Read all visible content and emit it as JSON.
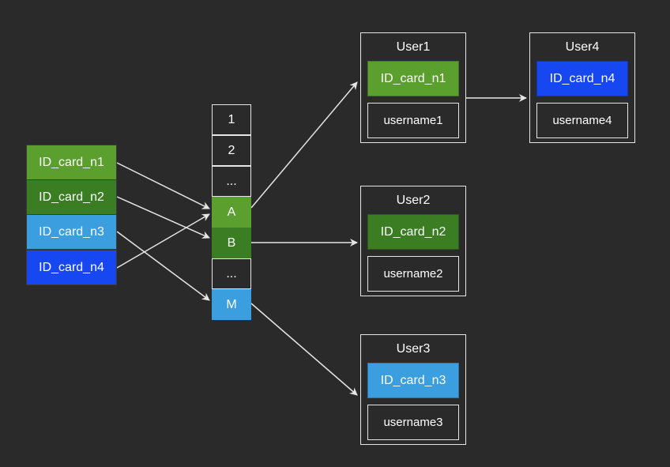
{
  "colors": {
    "background": "#2a2a2a",
    "stroke": "#e6e6e6",
    "green_light": "#5b9f2e",
    "green_dark": "#3a7d22",
    "blue_light": "#3b9fdf",
    "blue_dark": "#1647f0"
  },
  "keys": [
    {
      "label": "ID_card_n1",
      "color": "#5b9f2e"
    },
    {
      "label": "ID_card_n2",
      "color": "#3a7d22"
    },
    {
      "label": "ID_card_n3",
      "color": "#3b9fdf"
    },
    {
      "label": "ID_card_n4",
      "color": "#1647f0"
    }
  ],
  "slots": [
    {
      "label": "1"
    },
    {
      "label": "2"
    },
    {
      "label": "..."
    },
    {
      "label": "A"
    },
    {
      "label": "B"
    },
    {
      "label": "..."
    },
    {
      "label": "M"
    }
  ],
  "users": [
    {
      "title": "User1",
      "id_label": "ID_card_n1",
      "name": "username1"
    },
    {
      "title": "User2",
      "id_label": "ID_card_n2",
      "name": "username2"
    },
    {
      "title": "User3",
      "id_label": "ID_card_n3",
      "name": "username3"
    },
    {
      "title": "User4",
      "id_label": "ID_card_n4",
      "name": "username4"
    }
  ]
}
